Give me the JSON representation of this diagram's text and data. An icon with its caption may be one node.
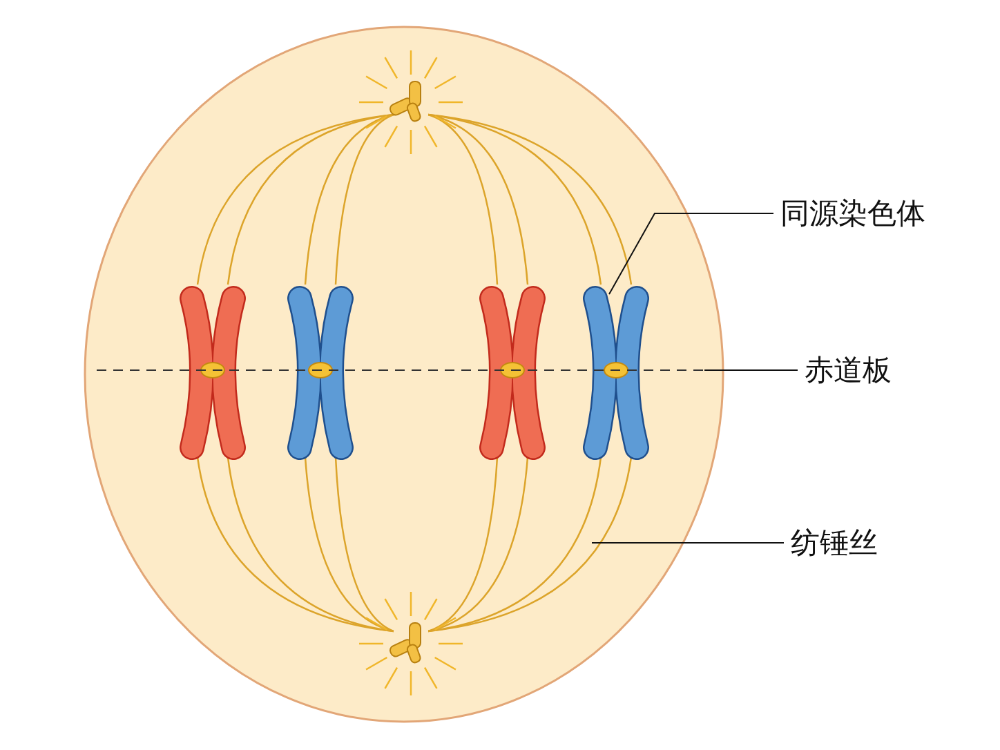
{
  "diagram": {
    "nodes": [
      {
        "text": [
          "同源染色体"
        ]
      },
      {
        "text": [],
        "shape": "picture"
      },
      {
        "text": [
          "赤道板"
        ]
      },
      {
        "text": [],
        "shape": "line"
      },
      {
        "text": [
          "纺锤丝"
        ]
      },
      {
        "text": [],
        "shape": "line"
      }
    ],
    "edges": [
      {
        "from": 0,
        "to": 1,
        "arrow": "none"
      },
      {
        "from": 2,
        "to": 3,
        "arrow": "none"
      },
      {
        "from": 4,
        "to": 5,
        "arrow": "none"
      }
    ]
  }
}
